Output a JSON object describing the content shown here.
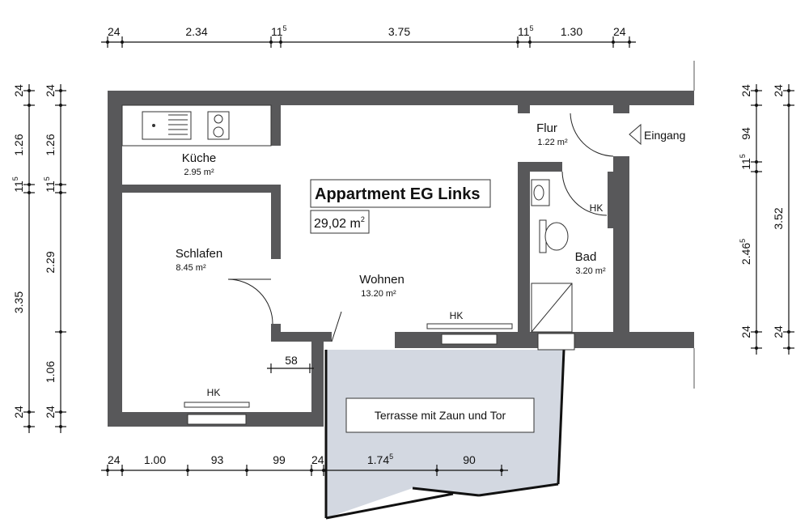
{
  "title": "Appartment EG Links",
  "total_area": "29,02 m",
  "total_area_sup": "2",
  "rooms": {
    "kueche": {
      "name": "Küche",
      "area": "2.95 m²"
    },
    "schlafen": {
      "name": "Schlafen",
      "area": "8.45 m²"
    },
    "wohnen": {
      "name": "Wohnen",
      "area": "13.20 m²"
    },
    "flur": {
      "name": "Flur",
      "area": "1.22 m²"
    },
    "bad": {
      "name": "Bad",
      "area": "3.20 m²"
    }
  },
  "entrance_label": "Eingang",
  "heater_label": "HK",
  "terrace_label": "Terrasse mit Zaun und Tor",
  "door_dim": "58",
  "dims_top": [
    {
      "v": "24",
      "s": ""
    },
    {
      "v": "2.34",
      "s": ""
    },
    {
      "v": "11",
      "s": "5"
    },
    {
      "v": "3.75",
      "s": ""
    },
    {
      "v": "11",
      "s": "5"
    },
    {
      "v": "1.30",
      "s": ""
    },
    {
      "v": "24",
      "s": ""
    }
  ],
  "dims_bottom": [
    {
      "v": "24",
      "s": ""
    },
    {
      "v": "1.00",
      "s": ""
    },
    {
      "v": "93",
      "s": ""
    },
    {
      "v": "99",
      "s": ""
    },
    {
      "v": "24",
      "s": ""
    },
    {
      "v": "1.74",
      "s": "5"
    },
    {
      "v": "90",
      "s": ""
    }
  ],
  "dims_left_outer": [
    {
      "v": "24",
      "s": ""
    },
    {
      "v": "1.26",
      "s": ""
    },
    {
      "v": "11",
      "s": "5"
    },
    {
      "v": "3.35",
      "s": ""
    },
    {
      "v": "24",
      "s": ""
    }
  ],
  "dims_left_inner": [
    {
      "v": "24",
      "s": ""
    },
    {
      "v": "1.26",
      "s": ""
    },
    {
      "v": "11",
      "s": "5"
    },
    {
      "v": "2.29",
      "s": ""
    },
    {
      "v": "1.06",
      "s": ""
    },
    {
      "v": "24",
      "s": ""
    }
  ],
  "dims_right_inner": [
    {
      "v": "24",
      "s": ""
    },
    {
      "v": "94",
      "s": ""
    },
    {
      "v": "11",
      "s": "5"
    },
    {
      "v": "2.46",
      "s": "5"
    },
    {
      "v": "24",
      "s": ""
    }
  ],
  "dims_right_outer": [
    {
      "v": "24",
      "s": ""
    },
    {
      "v": "3.52",
      "s": ""
    },
    {
      "v": "24",
      "s": ""
    }
  ],
  "colors": {
    "wall": "#58585a",
    "terrace": "#d3d8e1"
  }
}
